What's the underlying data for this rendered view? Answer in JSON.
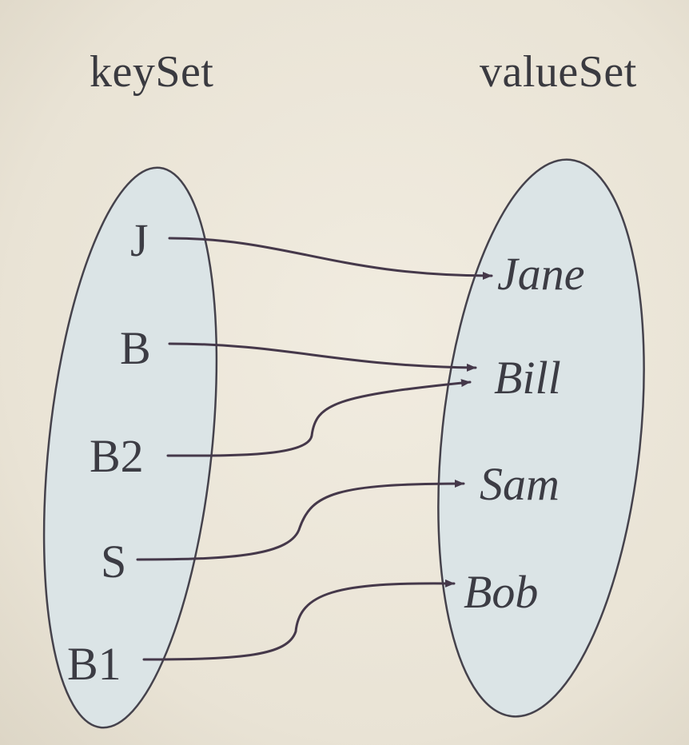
{
  "titles": {
    "key_set": "keySet",
    "value_set": "valueSet"
  },
  "keys": [
    "J",
    "B",
    "B2",
    "S",
    "B1"
  ],
  "values": [
    "Jane",
    "Bill",
    "Sam",
    "Bob"
  ],
  "mappings": [
    {
      "key": "J",
      "value": "Jane"
    },
    {
      "key": "B",
      "value": "Bill"
    },
    {
      "key": "B2",
      "value": "Bill"
    },
    {
      "key": "S",
      "value": "Sam"
    },
    {
      "key": "B1",
      "value": "Bob"
    }
  ],
  "colors": {
    "set_fill": "#dbe4e6",
    "outline": "#45424c",
    "arrow": "#45384a",
    "text": "#3c3c44"
  }
}
